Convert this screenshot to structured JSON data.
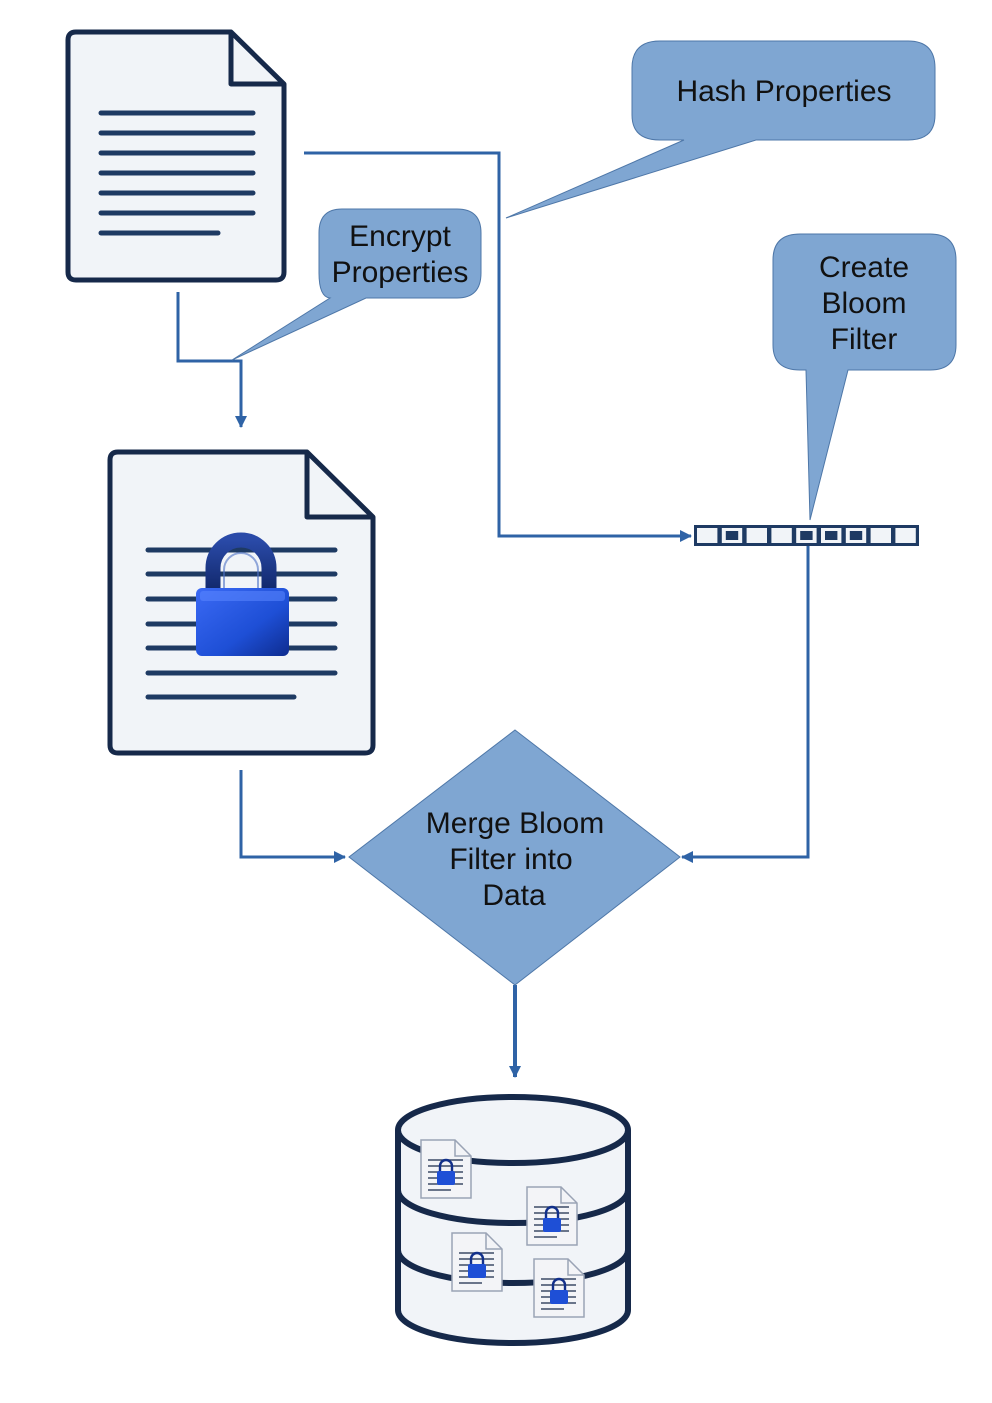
{
  "callouts": {
    "hash": {
      "line1": "Hash Properties"
    },
    "encrypt": {
      "line1": "Encrypt",
      "line2": "Properties"
    },
    "bloom": {
      "line1": "Create",
      "line2": "Bloom",
      "line3": "Filter"
    }
  },
  "merge": {
    "line1": "Merge Bloom",
    "line2": "Filter into",
    "line3": "Data"
  },
  "bloom_filter": {
    "bits": [
      0,
      1,
      0,
      0,
      1,
      1,
      1,
      0,
      0
    ]
  },
  "colors": {
    "fill_blue": "#7fa6d2",
    "stroke_dark": "#1e3a63",
    "arrow_blue": "#2f63a6",
    "doc_fill": "#f1f4f8",
    "lock_blue": "#1e4fd6"
  },
  "icons": [
    "document-icon",
    "encrypted-document-icon",
    "lock-icon",
    "bloom-filter-icon",
    "database-icon"
  ]
}
